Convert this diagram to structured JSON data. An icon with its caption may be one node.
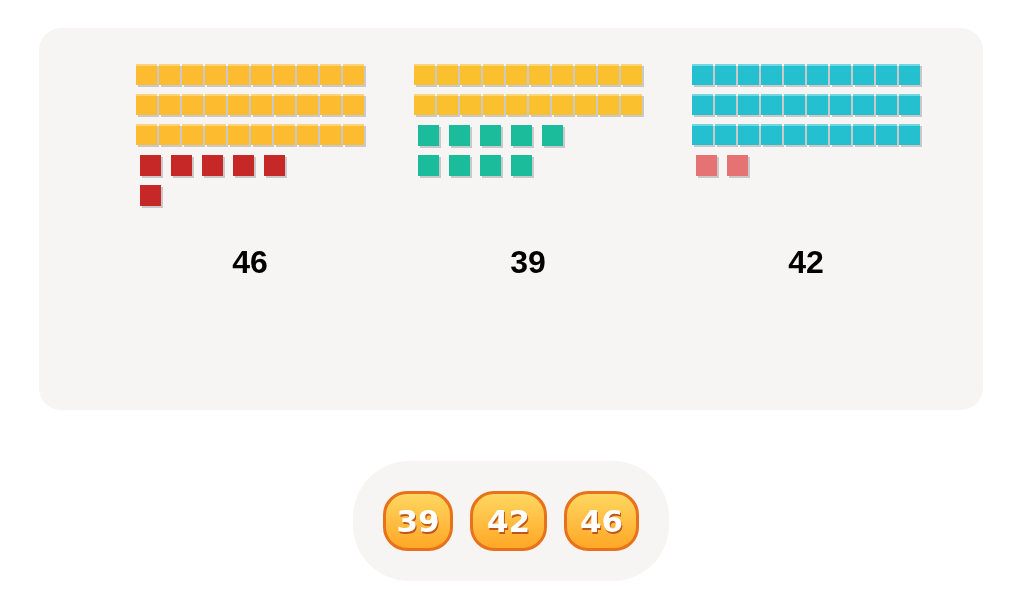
{
  "diagram": {
    "nodes": [
      {
        "text": [
          "39"
        ]
      },
      {
        "text": [
          "42"
        ]
      },
      {
        "text": [
          "46"
        ]
      }
    ],
    "edges": [],
    "labels": [
      "46",
      "39",
      "42"
    ]
  }
}
